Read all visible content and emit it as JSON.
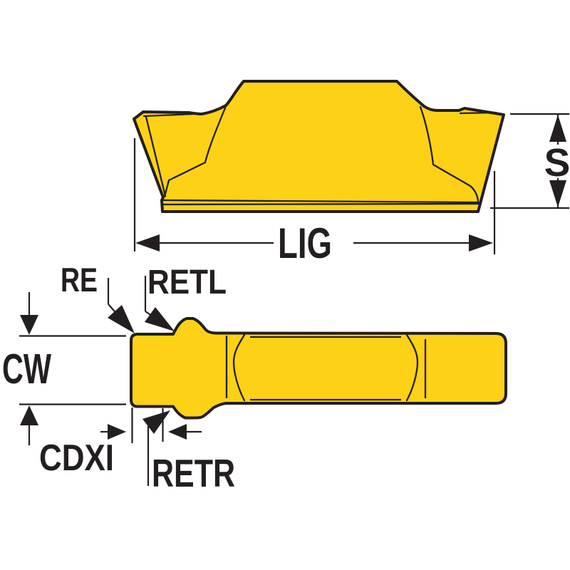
{
  "drawing": {
    "title": "grooving-insert-dimension-drawing",
    "background_color": "#ffffff",
    "insert_fill_color": "#FCD116",
    "line_color": "#231F20",
    "views": {
      "top_view": "insert-3d-top-view",
      "side_view": "insert-side-profile-view"
    },
    "dimensions": {
      "s_label": "S",
      "lig_label": "LIG",
      "re_label": "RE",
      "retl_label": "RETL",
      "cw_label": "CW",
      "cdxi_label": "CDXI",
      "retr_label": "RETR"
    }
  }
}
